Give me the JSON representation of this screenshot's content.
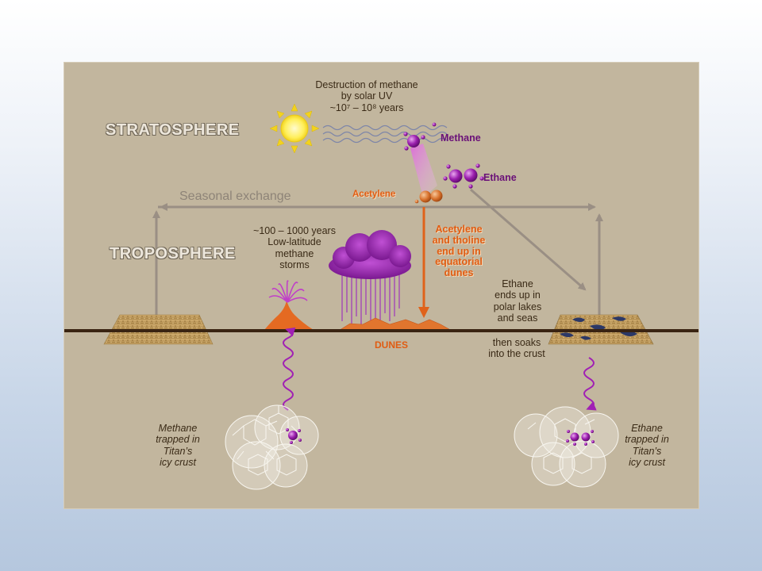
{
  "labels": {
    "stratosphere": "STRATOSPHERE",
    "troposphere": "TROPOSPHERE",
    "destruction_line1": "Destruction of methane",
    "destruction_line2": "by solar UV",
    "destruction_line3": "~10⁷ – 10⁸ years",
    "methane": "Methane",
    "ethane": "Ethane",
    "acetylene": "Acetylene",
    "seasonal_exchange": "Seasonal exchange",
    "storms_line1": "~100 – 1000 years",
    "storms_line2": "Low-latitude",
    "storms_line3": "methane",
    "storms_line4": "storms",
    "tholine_line1": "Acetylene",
    "tholine_line2": "and tholine",
    "tholine_line3": "end up in",
    "tholine_line4": "equatorial",
    "tholine_line5": "dunes",
    "ethane_lakes_line1": "Ethane",
    "ethane_lakes_line2": "ends up in",
    "ethane_lakes_line3": "polar lakes",
    "ethane_lakes_line4": "and seas",
    "soaks_line1": "then soaks",
    "soaks_line2": "into the crust",
    "dunes": "DUNES",
    "methane_trapped_line1": "Methane",
    "methane_trapped_line2": "trapped in",
    "methane_trapped_line3": "Titan’s",
    "methane_trapped_line4": "icy crust",
    "ethane_trapped_line1": "Ethane",
    "ethane_trapped_line2": "trapped in",
    "ethane_trapped_line3": "Titan’s",
    "ethane_trapped_line4": "icy crust"
  },
  "icons": [
    "sun-icon",
    "uv-wave-icon",
    "methane-molecule-icon",
    "ethane-molecule-icon",
    "acetylene-molecule-icon",
    "storm-cloud-icon",
    "cryovolcano-icon",
    "ice-cage-icon"
  ],
  "colors": {
    "background": "#c2b69e",
    "methane_purple": "#8a1a9a",
    "acetylene_orange": "#e06a20",
    "arrow_gray": "#9a8f84",
    "ground_line": "#3a2412"
  }
}
